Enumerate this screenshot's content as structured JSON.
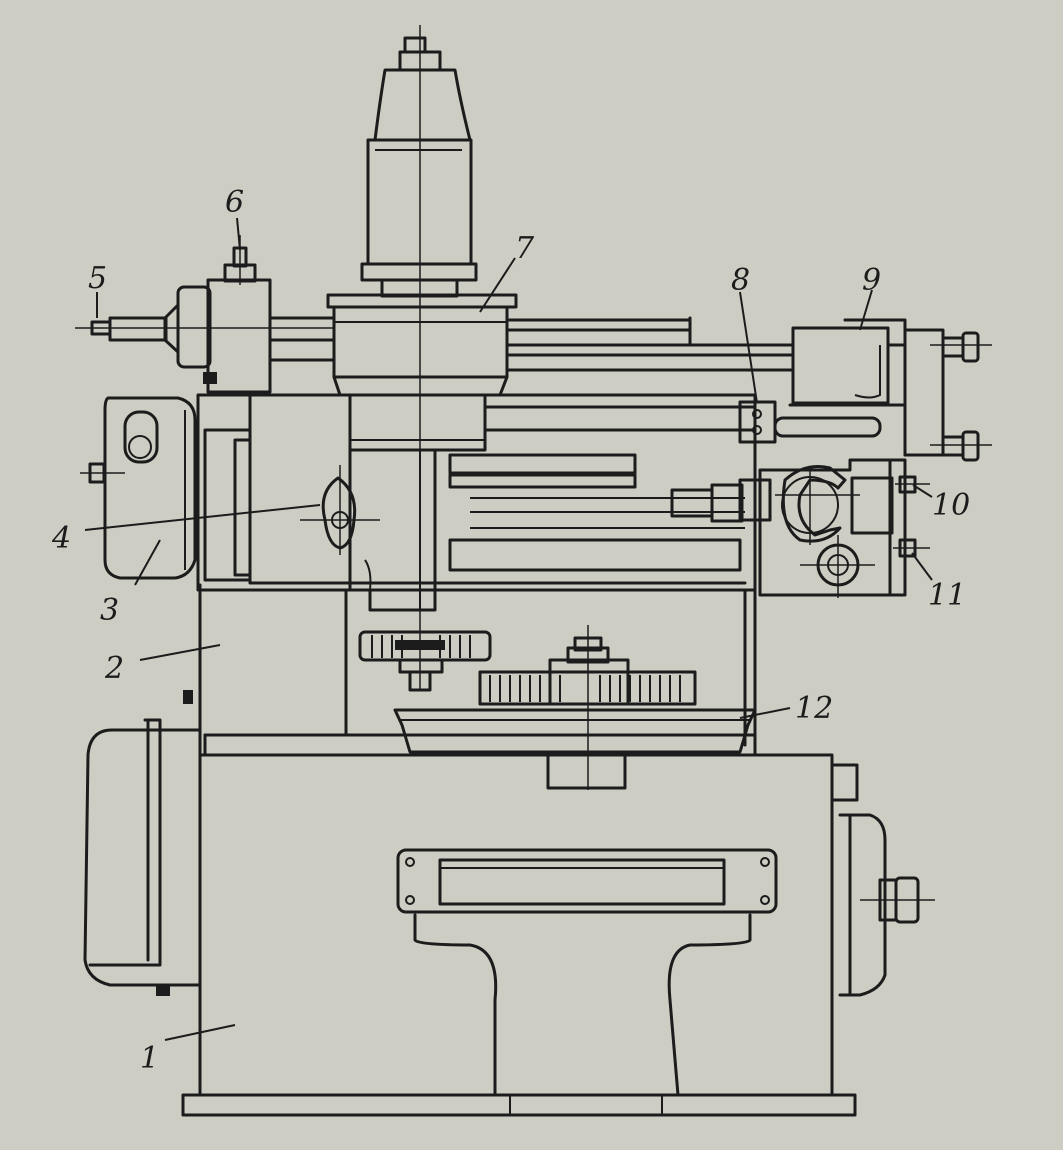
{
  "labels": {
    "l1": "1",
    "l2": "2",
    "l3": "3",
    "l4": "4",
    "l5": "5",
    "l6": "6",
    "l7": "7",
    "l8": "8",
    "l9": "9",
    "l10": "10",
    "l11": "11",
    "l12": "12"
  },
  "colors": {
    "paper": "#cdcdc4",
    "ink": "#1c1c1c"
  }
}
